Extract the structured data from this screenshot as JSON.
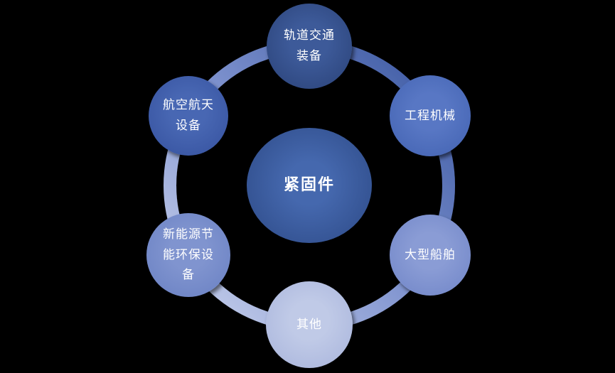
{
  "background": "#000000",
  "center_node": {
    "label": "紧固件",
    "text_color": "#ffffff",
    "fill_center": "#4568ae",
    "fill_edge": "#2e4b88"
  },
  "ring": {
    "gradient_start": "#36539e",
    "gradient_mid": "#7f93cf",
    "gradient_end": "#cdd5ee"
  },
  "nodes": [
    {
      "id": "rail-transit-equipment",
      "label": [
        "轨道交通",
        "装备"
      ],
      "fill_center": "#3d5a99",
      "fill_edge": "#2b4379"
    },
    {
      "id": "construction-machinery",
      "label": [
        "工程机械"
      ],
      "fill_center": "#5877c4",
      "fill_edge": "#4363b2"
    },
    {
      "id": "large-ships",
      "label": [
        "大型船舶"
      ],
      "fill_center": "#8a9cd5",
      "fill_edge": "#7186c8"
    },
    {
      "id": "others",
      "label": [
        "其他"
      ],
      "fill_center": "#c0cae7",
      "fill_edge": "#a9b5dc"
    },
    {
      "id": "new-energy-environmental-equipment",
      "label": [
        "新能源节",
        "能环保设",
        "备"
      ],
      "fill_center": "#8094cf",
      "fill_edge": "#6a81c3"
    },
    {
      "id": "aerospace-equipment",
      "label": [
        "航空航天",
        "设备"
      ],
      "fill_center": "#4867b3",
      "fill_edge": "#36529f"
    }
  ]
}
